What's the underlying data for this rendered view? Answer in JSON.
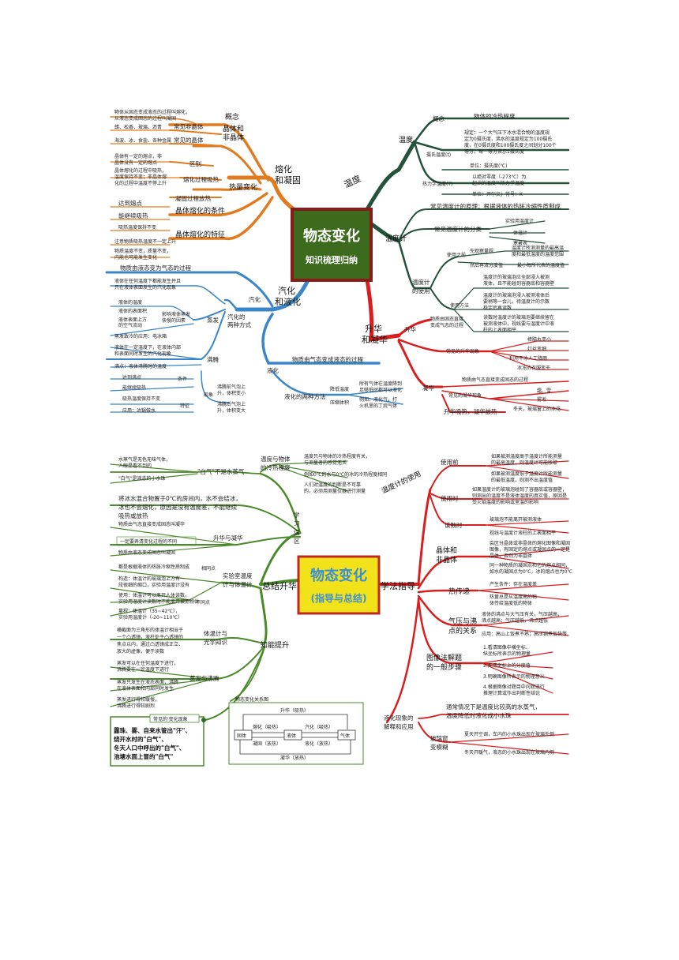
{
  "map1": {
    "title": "物态变化",
    "subtitle": "知识梳理归纳",
    "left": {
      "melt": {
        "branch": "熔化\n和凝固",
        "concept": "概念",
        "concept_text": [
          "物体从固态变成液态的过程叫熔化，",
          "从液态变成固态的过程叫凝固"
        ],
        "crystal": "晶体和\n非晶体",
        "noncrystal_common": "常见非晶体",
        "noncrystal_list": "蜡、松香、玻璃、沥青",
        "crystal_common": "常见的晶体",
        "crystal_list": "海波、冰、食盐、各种金属",
        "diff": "区别",
        "diff_text": [
          "晶体有一定的熔点，非",
          "晶体没有一定的熔点"
        ],
        "melt_absorb_text": [
          "晶体熔化的过程中吸热，",
          "温度保持不变；非晶体熔",
          "化的过程中温度不停上升"
        ],
        "heat_change": "热量变化",
        "melt_absorb": "熔化过程吸热",
        "solid_release": "凝固过程放热",
        "condition": "晶体熔化的条件",
        "cond1": "达到熔点",
        "cond2": "能继续吸热",
        "feature": "晶体熔化的特征",
        "feat1": "吸热温度保持不变",
        "feat2": "注意物质吸热温度不一定上升",
        "feat3": [
          "物质温度不变，质量不变，",
          "内能也可能发生变化"
        ]
      },
      "vapor": {
        "branch": "汽化\n和液化",
        "vap": "汽化",
        "vap_def": "物质由液态变为气态的过程",
        "two_ways": "汽化的\n两种方式",
        "evap": "蒸发",
        "evap_def": [
          "液体在任何温度下都能发生并且",
          "只在液体表面发生的汽化现象"
        ],
        "evap_factors": [
          "液体的温度",
          "液体的表面积",
          "液体表面上方",
          "的空气流动"
        ],
        "evap_factor_label": [
          "影响液体蒸发",
          "快慢的因素"
        ],
        "evap_cool": "蒸发致冷的应用：电冰箱",
        "boil": "沸腾",
        "boil_def": [
          "液体在一定温度下，在液体内部",
          "和表面同时发生的汽化现象"
        ],
        "boil_point": "沸点：液体沸腾时的温度",
        "boil_cond": "条件",
        "boil_cond1": "达到沸点",
        "boil_cond2": "能继续吸热",
        "boil_feature": "特征",
        "boil_feat1": "吸热温度保持不变",
        "boil_feat2": "应用：沽锅做水",
        "phenomena": "现象",
        "phen1": [
          "沸腾前气泡上",
          "升，体积变小"
        ],
        "phen2": [
          "沸腾后气泡上",
          "升，体积变大"
        ],
        "liq": "液化",
        "liq_def": "物质由气态变成液态的过程",
        "liq_ways": "液化的两种方法",
        "liq_cool": "降低温度",
        "liq_cool_text": [
          "所有气体在温度降到",
          "足够低时都可以液化"
        ],
        "liq_press": "压缩体积",
        "liq_press_text": [
          "例如：液化气，打",
          "火机里的丁烷气体"
        ]
      }
    },
    "right": {
      "temp": {
        "branch": "温度",
        "t": "温度",
        "concept": "概念",
        "concept_text": "物体的冷热程度",
        "celsius": "摄氏温度(t)",
        "celsius_text": [
          "规定：一个大气压下冰水混合物的温度规",
          "定为0摄氏度，沸水的温度规定为100摄氏",
          "度，在0摄氏度和100摄氏度之间划分100个",
          "等分，每一等分表示1摄氏度"
        ],
        "celsius_unit": "单位：摄氏度(℃)",
        "thermo": "热力学温度(T)",
        "thermo_text": [
          "以绝对零度（-273℃）为",
          "起点的温度叫热力学温度"
        ],
        "thermo_unit": "单位：开尔文；符号：K"
      },
      "thermometer": {
        "branch": "温度计",
        "principle": "常见温度计的原理：根据液体的热胀冷缩性质制成",
        "types": "常见温度计的分类",
        "type1": "实验用温度计",
        "type2": "体温计",
        "type3": "寒暑表",
        "use": "温度计\n的使用",
        "before": "使用之前",
        "before1": "先观察量程",
        "before1_text": [
          "温度计所测测量的最高温",
          "度和最低温度的温度范围"
        ],
        "before2": "然后再清分度值",
        "before2_text": "最小每所代表的温度值",
        "method": "使用方法",
        "method1": [
          "温度计的玻璃泡应全部浸入被测",
          "液体，且不能碰到容器底和容器壁"
        ],
        "method2": [
          "温度计的玻璃泡浸入被测液体后",
          "要稍等一会儿，待温度计的示数",
          "稳定后再读数"
        ],
        "method3": [
          "读数时温度计的玻璃泡要继续留在",
          "被测液体中，视线要与温度计中液",
          "柱的上表面相平"
        ]
      },
      "sublim": {
        "branch": "升华\n和凝华",
        "sub": "升华",
        "sub_def": [
          "物质由固态直接",
          "变成气态的过程"
        ],
        "sub_common": "常见的升华现象",
        "sub1": "樟脑丸变小",
        "sub2": "灯丝变细",
        "sub3": "利用干冰人工降雨",
        "sub4": "冰冻的衣服变干",
        "dep": "凝华",
        "dep_def": "物质由气态直接变成固态的过程",
        "dep_common": "常见的凝华现象",
        "dep1": "霜、雪",
        "dep2": "雾凇",
        "dep3": "冬天，玻璃窗上的冰花",
        "heat": "升华吸热，凝华放热"
      }
    }
  },
  "map2": {
    "title": "物态变化",
    "subtitle": "(指导与总结)",
    "summary": "总结升华",
    "guide": "学法指导",
    "mistakes": "学\n习\n误\n区",
    "ability": "知能提升",
    "left": {
      "airgas": "\"白气\"不是水蒸气",
      "airgas1": [
        "水蒸气是无色无味气体，",
        "人眼是看不到的"
      ],
      "airgas2": "\"白气\"是液态的小水珠",
      "cold": "温度与物体\n的冷热程度",
      "cold1": [
        "温度只与物体的冷热程度有关，",
        "与测量者的感觉无关"
      ],
      "cold2": "例如0℃的水与0℃的冰的冷热程度相同",
      "cold3": [
        "人们对温度的判断是不可靠",
        "的，必须用测量仪器进行测量"
      ],
      "ice": [
        "将冰水混合物置于0℃的房间内，水不会结冰，",
        "冰也不会熔化，原因是没有温度差，不能继续",
        "吸热或放热"
      ],
      "subdep": "升华与凝华",
      "subdep1": "物质由气态直接变成固态叫凝华",
      "subdep2": "一定要弄清变化过程的不同",
      "subdep3": "物质由液态变成固态叫凝固",
      "labtemp": "实验室温度\n计与体温计",
      "same": "相同点",
      "same1": "都是根据液体的热胀冷缩性质制成",
      "diff": "不同点",
      "diff1": [
        "构造：体温计的玻璃泡上方有一",
        "段很细的缩口，实验用温度计没有"
      ],
      "diff2": [
        "使用：体温计可以离开人体读数，",
        "实验用温度计读数时不能离开被测物体"
      ],
      "diff3": [
        "量程：体温计（35~42℃），",
        "实验用温度计（-20~110℃）"
      ],
      "optics": "体温计与\n光学知识",
      "optics1": [
        "横截面为三角形的体温计相当于",
        "一个凸透镜，液柱处于凸透镜的",
        "焦点以内，通过凸透镜成正立、",
        "放大的虚像，便于读数"
      ],
      "evapboil": "蒸发与沸腾",
      "eb1": [
        "蒸发可以在任何温度下进行，",
        "沸腾要在一定温度下进行"
      ],
      "eb2": [
        "蒸发只发生在液态表面，沸腾",
        "在液体表面和内部同时发生"
      ],
      "eb3": [
        "蒸发进行得较缓慢，",
        "沸腾进行得较剧烈"
      ],
      "common_title": "常见的'变化现象",
      "common_text": [
        "露珠、雾、自来水管出\"汗\"、",
        "烧开水时的\"白气\"、",
        "冬天人口中呼出的\"白气\"、",
        "池塘水面上冒的\"白气\""
      ],
      "rel_title": "物态变化关系图",
      "rel_top": "升华（吸热）",
      "rel_bottom": "凝华（放热）",
      "rel_solid": "固体",
      "rel_liquid": "液体",
      "rel_gas": "气体",
      "rel_melt": "熔化（吸热）",
      "rel_freeze": "凝固（放热）",
      "rel_vap": "汽化（吸热）",
      "rel_liq": "液化（放热）"
    },
    "right": {
      "thermo_use": "温度计的使用",
      "before": "使用前",
      "before1": [
        "如果被测温度高于温度计所能测量",
        "的最高温度，则温度计可能胀破"
      ],
      "before2": [
        "如果被测温度低于温度计所能测量",
        "的最低温度，则测不出温度值"
      ],
      "during": "使用时",
      "during1": [
        "如果温度计的玻璃泡碰到了容器底或容器壁，",
        "则测出的温度不是液体温度的真实值，原因是",
        "受火焰温度的影响或室温的影响"
      ],
      "read": "读数时",
      "read1": "玻璃泡不能离开被测液体",
      "read2": "视线与温度计液柱的上表面相平",
      "crystal": "晶体和\n非晶体",
      "crystal1": [
        "会区分晶体或非晶体的熔化图像和凝固",
        "图像，有固定的熔点或凝固点的一定是",
        "晶体，否则为非晶体"
      ],
      "crystal2": [
        "同一种物质的凝固点和它的熔点相同，",
        "如水的凝固点为0℃，冰的熔点也为0℃"
      ],
      "heattrans": "热传递",
      "ht1": "产生条件：存在温度差",
      "ht2": [
        "热量总是从温度高的物",
        "体传给温度低的物体"
      ],
      "pressure": "气压与沸\n点的关系",
      "p1": [
        "液体的沸点与大气压有关，气压越高，",
        "沸点越高；气压越低，沸点越低"
      ],
      "p2": "应用：高山上饭煮不熟；高压锅煮饭快等",
      "graph": "图像法解题\n的一般步骤",
      "g1": [
        "1.看清图像中横坐标、",
        "纵坐标所表示的物理量"
      ],
      "g2": "2.弄清坐标上的分度值",
      "g3": "3.明确图像所表示的物理意义",
      "g4": [
        "4.根据图像对题目中问题进行",
        "推理计算或作出判断性结论"
      ],
      "liqexp": "液化现象的\n解释和应用",
      "liq1": [
        "通常情况下是温度比较高的水蒸气，",
        "温度降低时液化成小水珠"
      ],
      "window": "玻璃窗\n变模糊",
      "win1": "夏天开空调，车内的小水珠出现在玻璃外侧",
      "win2": "冬天开暖气，液态的小水珠出现在玻璃内侧"
    }
  }
}
